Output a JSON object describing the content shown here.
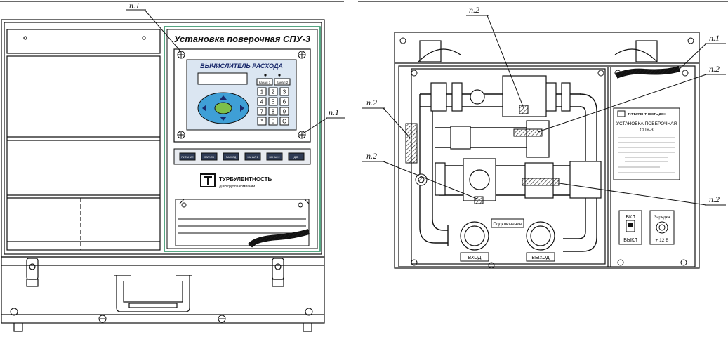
{
  "left_view": {
    "panel_title": "Установка поверочная СПУ-3",
    "computer_title": "ВЫЧИСЛИТЕЛЬ РАСХОДА",
    "key_labels": [
      "Канал 1",
      "Канал 2"
    ],
    "keypad": [
      "1",
      "2",
      "3",
      "4",
      "5",
      "6",
      "7",
      "8",
      "9",
      "*",
      "0",
      "C"
    ],
    "strip_buttons": [
      "ПИТАНИЕ",
      "ЗАПУСК",
      "РАСХОД",
      "КАНАЛ 1",
      "КАНАЛ 2",
      "Д.В."
    ],
    "logo_line1": "ТУРБУЛЕНТНОСТЬ",
    "logo_line2": "ДОН группа компаний",
    "callouts": [
      "п.1",
      "п.1"
    ]
  },
  "right_view": {
    "callouts": [
      "п.2",
      "п.1",
      "п.2",
      "п.2",
      "п.2",
      "п.2"
    ],
    "port_in": "ВХОД",
    "port_out": "ВЫХОД",
    "connection_label": "Подключение",
    "plate_brand": "ТУРБУЛЕНТНОСТЬ ДОН",
    "plate_title_1": "УСТАНОВКА ПОВЕРОЧНАЯ",
    "plate_title_2": "СПУ-3",
    "switch_top": "ВКЛ",
    "switch_bottom": "ВЫКЛ",
    "connector_top": "Зарядка",
    "connector_bottom": "+ 12 В"
  },
  "colors": {
    "screen_blue": "#3f9fd6",
    "keypad_green": "#7dbf4a",
    "display_bg": "#dbe6f2",
    "strip_bg": "#2f3b55",
    "panel_border_green": "#1f8a5a"
  }
}
